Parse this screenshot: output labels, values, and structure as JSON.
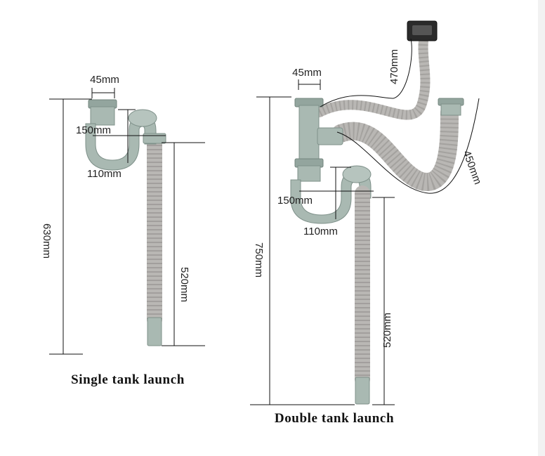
{
  "single": {
    "caption": "Single tank launch",
    "dim_width": "45mm",
    "dim_trap_height": "150mm",
    "dim_trap_width": "110mm",
    "dim_total_height": "630mm",
    "dim_hose_length": "520mm"
  },
  "double": {
    "caption": "Double tank launch",
    "dim_width": "45mm",
    "dim_overflow_hose": "470mm",
    "dim_connector_hose": "450mm",
    "dim_trap_height": "150mm",
    "dim_trap_width": "110mm",
    "dim_total_height": "750mm",
    "dim_hose_length": "520mm"
  },
  "colors": {
    "pipe": "#a9b9b2",
    "hose": "#b9b7b4",
    "background": "#ffffff"
  }
}
